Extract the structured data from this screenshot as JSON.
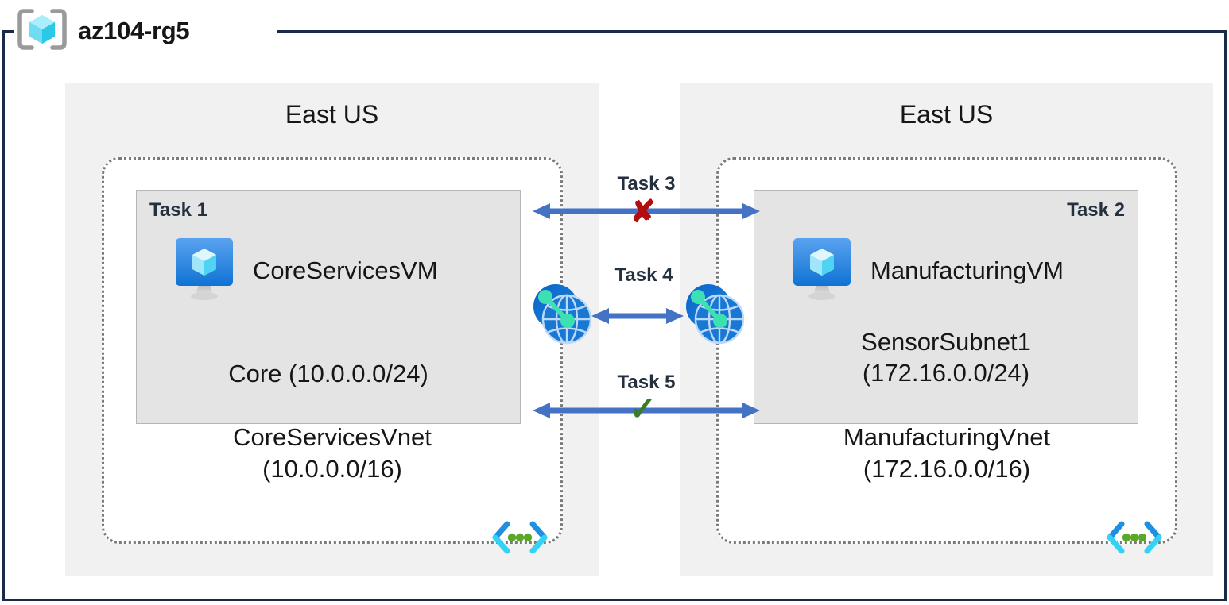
{
  "resource_group": {
    "name": "az104-rg5",
    "icon": "resource-group-cube-icon"
  },
  "regions": [
    {
      "id": "left",
      "label": "East US"
    },
    {
      "id": "right",
      "label": "East US"
    }
  ],
  "vnets": [
    {
      "id": "core",
      "name": "CoreServicesVnet",
      "address_space": "(10.0.0.0/16)",
      "corner_icon": "vnet-icon",
      "subnet": {
        "task_tag": "Task 1",
        "task_tag_align": "left",
        "vm": {
          "name": "CoreServicesVM",
          "icon": "virtual-machine-icon"
        },
        "name": "Core (10.0.0.0/24)",
        "address_space": ""
      }
    },
    {
      "id": "manufacturing",
      "name": "ManufacturingVnet",
      "address_space": "(172.16.0.0/16)",
      "corner_icon": "vnet-icon",
      "subnet": {
        "task_tag": "Task 2",
        "task_tag_align": "right",
        "vm": {
          "name": "ManufacturingVM",
          "icon": "virtual-machine-icon"
        },
        "name": "SensorSubnet1",
        "address_space": "(172.16.0.0/24)"
      }
    }
  ],
  "connectors": [
    {
      "id": "task3",
      "label": "Task 3",
      "status_mark": "✘",
      "status": "blocked",
      "status_color": "#b40d0d",
      "arrow": "double-headed"
    },
    {
      "id": "task4",
      "label": "Task 4",
      "status_mark": "",
      "status": "peering",
      "arrow": "double-headed"
    },
    {
      "id": "task5",
      "label": "Task 5",
      "status_mark": "✓",
      "status": "allowed",
      "status_color": "#3c7a2e",
      "arrow": "double-headed"
    }
  ],
  "peering_icons": [
    {
      "id": "peer-left",
      "icon": "vnet-peering-icon"
    },
    {
      "id": "peer-right",
      "icon": "vnet-peering-icon"
    }
  ],
  "colors": {
    "frame": "#1b2a47",
    "region_bg": "#f1f1f1",
    "subnet_bg": "#e4e4e4",
    "arrow": "#4472c4",
    "vnet_border": "#7a7a7a",
    "azure_blue": "#0078d4",
    "x_red": "#b40d0d",
    "check_green": "#3c7a2e"
  }
}
